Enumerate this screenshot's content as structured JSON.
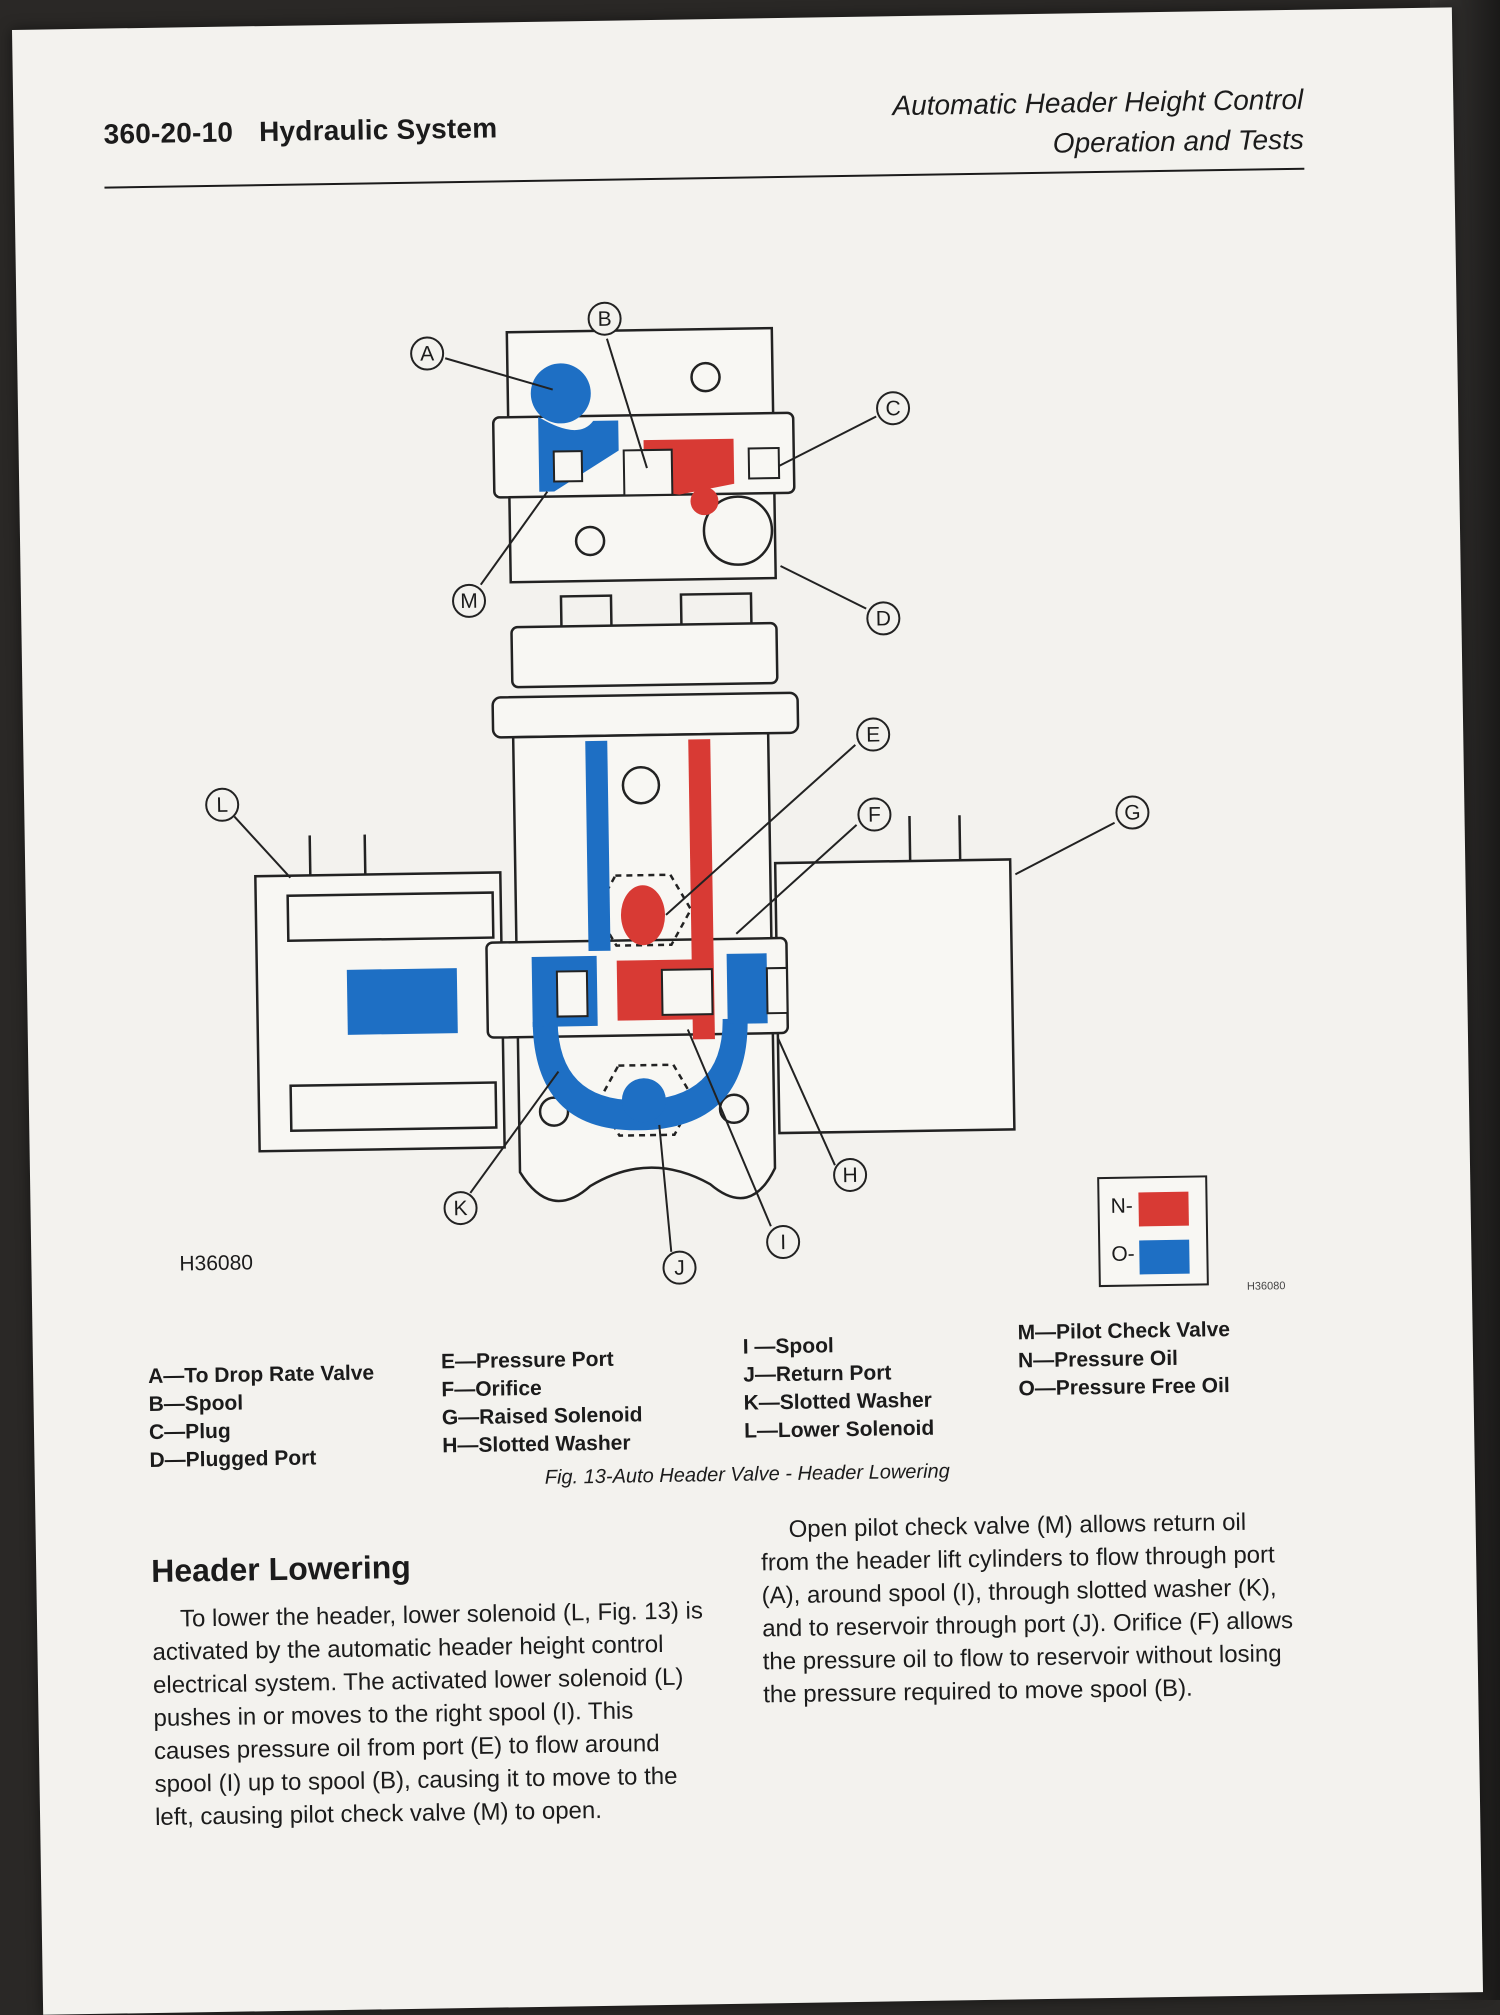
{
  "header": {
    "page_number": "360-20-10",
    "section": "Hydraulic System",
    "title_line_1": "Automatic Header Height Control",
    "title_line_2": "Operation and Tests"
  },
  "figure": {
    "code": "H36080",
    "code_small": "H36080",
    "callouts": [
      "A",
      "B",
      "C",
      "D",
      "E",
      "F",
      "G",
      "H",
      "I",
      "J",
      "K",
      "L",
      "M"
    ],
    "key": [
      {
        "letter": "N-",
        "color": "#d83a34"
      },
      {
        "letter": "O-",
        "color": "#1e6fc4"
      }
    ],
    "colors": {
      "pressure": "#d83a34",
      "pressure_free": "#1e6fc4"
    }
  },
  "legend": {
    "col1": [
      "A—To Drop Rate Valve",
      "B—Spool",
      "C—Plug",
      "D—Plugged Port"
    ],
    "col2": [
      "E—Pressure Port",
      "F—Orifice",
      "G—Raised Solenoid",
      "H—Slotted Washer"
    ],
    "col3": [
      "I —Spool",
      "J—Return Port",
      "K—Slotted Washer",
      "L—Lower Solenoid"
    ],
    "col4": [
      "M—Pilot Check Valve",
      "N—Pressure Oil",
      "O—Pressure Free Oil"
    ]
  },
  "caption": "Fig. 13-Auto Header Valve - Header Lowering",
  "section_title": "Header Lowering",
  "paragraphs": [
    "To lower the header, lower solenoid (L, Fig. 13) is activated by the automatic header height control electrical system. The activated lower solenoid (L) pushes in or moves to the right spool (I). This causes pressure oil from port (E) to flow around spool (I) up to spool (B), causing it to move to the left, causing pilot check valve (M) to open.",
    "Open pilot check valve (M) allows return oil from the header lift cylinders to flow through port (A), around spool (I), through slotted washer (K), and to reservoir through port (J). Orifice (F) allows the pressure oil to flow to reservoir without losing the pressure required to move spool (B)."
  ]
}
